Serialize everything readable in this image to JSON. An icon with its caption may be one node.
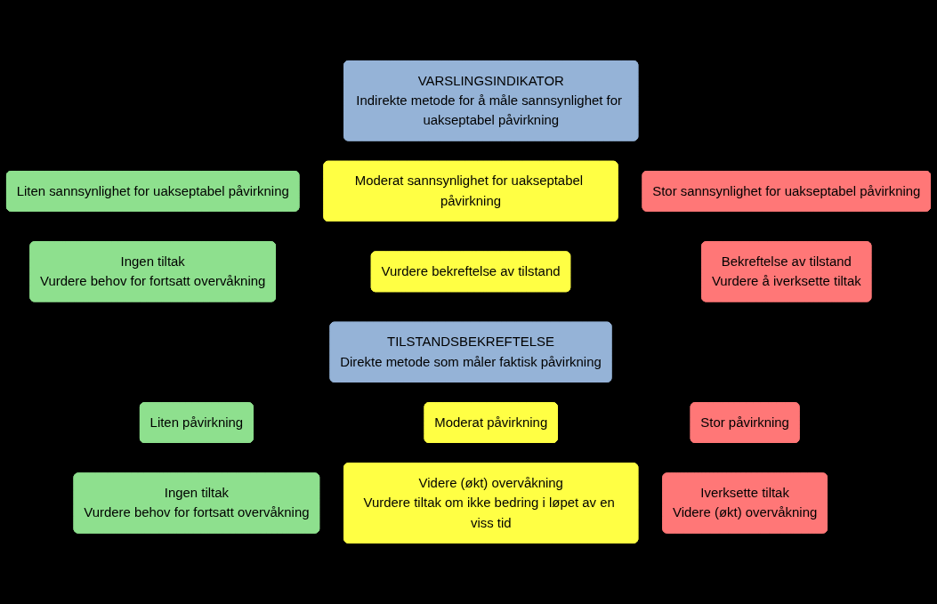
{
  "diagram": {
    "nodes": [
      {
        "text": [
          "VARSLINGSINDIKATOR",
          "Indirekte metode for å måle sannsynlighet for uakseptabel påvirkning"
        ]
      },
      {
        "text": [
          "Liten sannsynlighet for uakseptabel påvirkning"
        ]
      },
      {
        "text": [
          "Moderat sannsynlighet for uakseptabel påvirkning"
        ]
      },
      {
        "text": [
          "Stor sannsynlighet for uakseptabel påvirkning"
        ]
      },
      {
        "text": [
          "Ingen tiltak",
          "Vurdere behov for fortsatt overvåkning"
        ]
      },
      {
        "text": [
          "Vurdere bekreftelse av tilstand"
        ]
      },
      {
        "text": [
          "Bekreftelse av tilstand",
          "Vurdere å iverksette tiltak"
        ]
      },
      {
        "text": [
          "TILSTANDSBEKREFTELSE",
          "Direkte metode som måler faktisk påvirkning"
        ]
      },
      {
        "text": [
          "Liten påvirkning"
        ]
      },
      {
        "text": [
          "Moderat påvirkning"
        ]
      },
      {
        "text": [
          "Stor påvirkning"
        ]
      },
      {
        "text": [
          "Ingen tiltak",
          "Vurdere behov for fortsatt overvåkning"
        ]
      },
      {
        "text": [
          "Videre (økt) overvåkning",
          "Vurdere tiltak om ikke bedring i løpet av en viss tid"
        ]
      },
      {
        "text": [
          "Iverksette tiltak",
          "Videre (økt) overvåkning"
        ]
      }
    ]
  }
}
